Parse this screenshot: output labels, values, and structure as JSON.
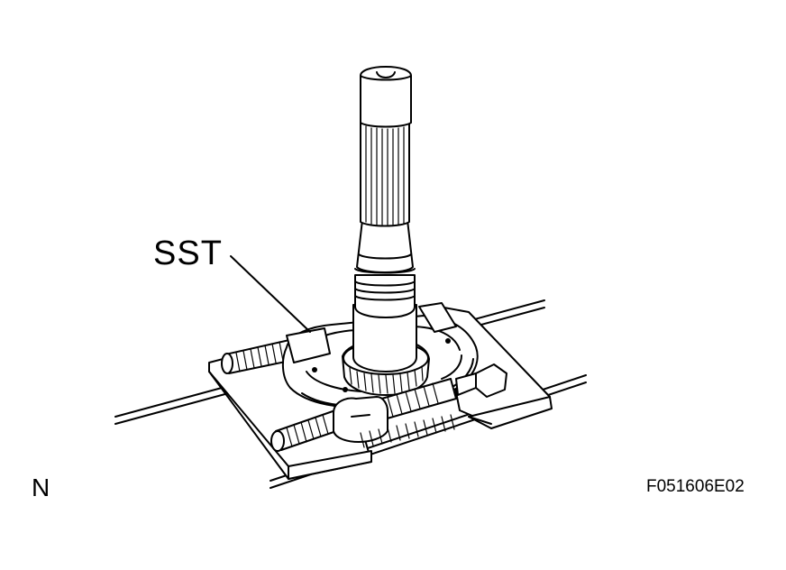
{
  "figure": {
    "callout_label": "SST",
    "corner_label": "N",
    "figure_code": "F051606E02"
  },
  "colors": {
    "line": "#000000",
    "background": "#ffffff"
  }
}
